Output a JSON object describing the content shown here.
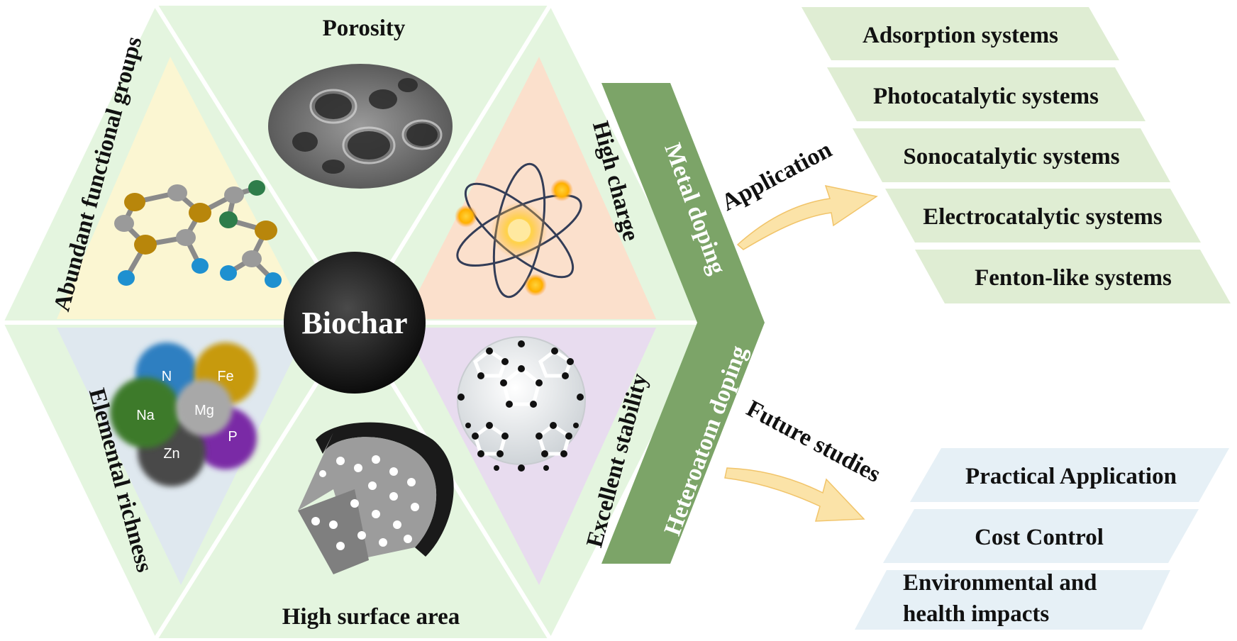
{
  "center": {
    "label": "Biochar"
  },
  "properties": {
    "top": "Porosity",
    "top_right": "High charge",
    "bottom_right": "Excellent stability",
    "bottom": "High surface area",
    "bottom_left": "Elemental richness",
    "top_left": "Abundant functional groups"
  },
  "doping": {
    "metal": "Metal doping",
    "heteroatom": "Heteroatom doping"
  },
  "elements": [
    "N",
    "Fe",
    "Na",
    "Mg",
    "P",
    "Zn"
  ],
  "arrows": {
    "application": "Application",
    "future": "Future studies"
  },
  "applications": [
    "Adsorption systems",
    "Photocatalytic systems",
    "Sonocatalytic systems",
    "Electrocatalytic systems",
    "Fenton-like systems"
  ],
  "future_studies": [
    "Practical Application",
    "Cost Control",
    "Environmental and",
    "health impacts"
  ],
  "colors": {
    "hex_frame": "#e4f5df",
    "top_left_tri": "#fbf6d2",
    "top_right_tri": "#fbe0cc",
    "bottom_right_tri": "#e8dcef",
    "bottom_left_tri": "#dfe8ef",
    "doping_band": "#7ca468",
    "app_box": "#dfedd3",
    "future_box": "#e6f0f6",
    "arrow": "#fbe3a8"
  }
}
